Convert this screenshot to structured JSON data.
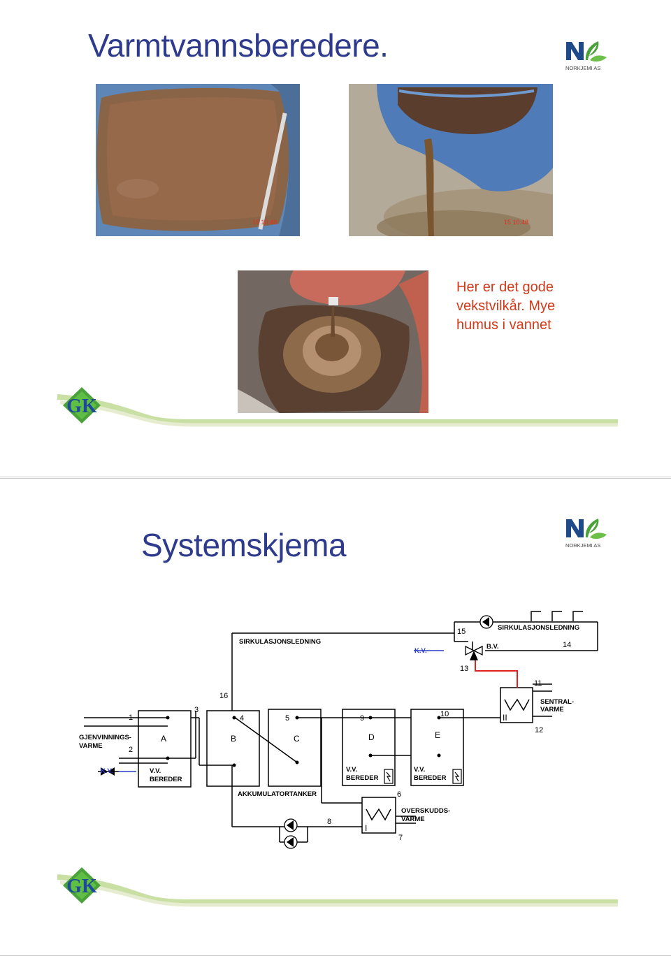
{
  "slide1": {
    "title": "Varmtvannsberedere.",
    "logo_text": "NORKJEMI AS",
    "photo1_timestamp": "15 10:48",
    "photo2_timestamp": "15 10:48",
    "caption_lines": [
      "Her er det gode",
      "vekstvilkår. Mye",
      "humus i vannet"
    ],
    "footer_logo_text": "GK"
  },
  "slide2": {
    "title": "Systemskjema",
    "logo_text": "NORKJEMI AS",
    "footer_logo_text": "GK",
    "diagram": {
      "numbers": {
        "n1": "1",
        "n2": "2",
        "n3": "3",
        "n4": "4",
        "n5": "5",
        "n6": "6",
        "n7": "7",
        "n8": "8",
        "n9": "9",
        "n10": "10",
        "n11": "11",
        "n12": "12",
        "n13": "13",
        "n14": "14",
        "n15": "15",
        "n16": "16"
      },
      "letters": {
        "A": "A",
        "B": "B",
        "C": "C",
        "D": "D",
        "E": "E",
        "I": "I",
        "II": "II"
      },
      "labels": {
        "sirk_left": "SIRKULASJONSLEDNING",
        "sirk_right": "SIRKULASJONSLEDNING",
        "kv_top": "K.V.",
        "bv": "B.V.",
        "gjen1": "GJENVINNINGS-",
        "gjen2": "VARME",
        "kv_left": "K.V.",
        "vv_a1": "V.V.",
        "vv_a2": "BEREDER",
        "akku": "AKKUMULATORTANKER",
        "vv_d1": "V.V.",
        "vv_d2": "BEREDER",
        "vv_e1": "V.V.",
        "vv_e2": "BEREDER",
        "sentral1": "SENTRAL-",
        "sentral2": "VARME",
        "over1": "OVERSKUDDS-",
        "over2": "VARME"
      }
    }
  }
}
